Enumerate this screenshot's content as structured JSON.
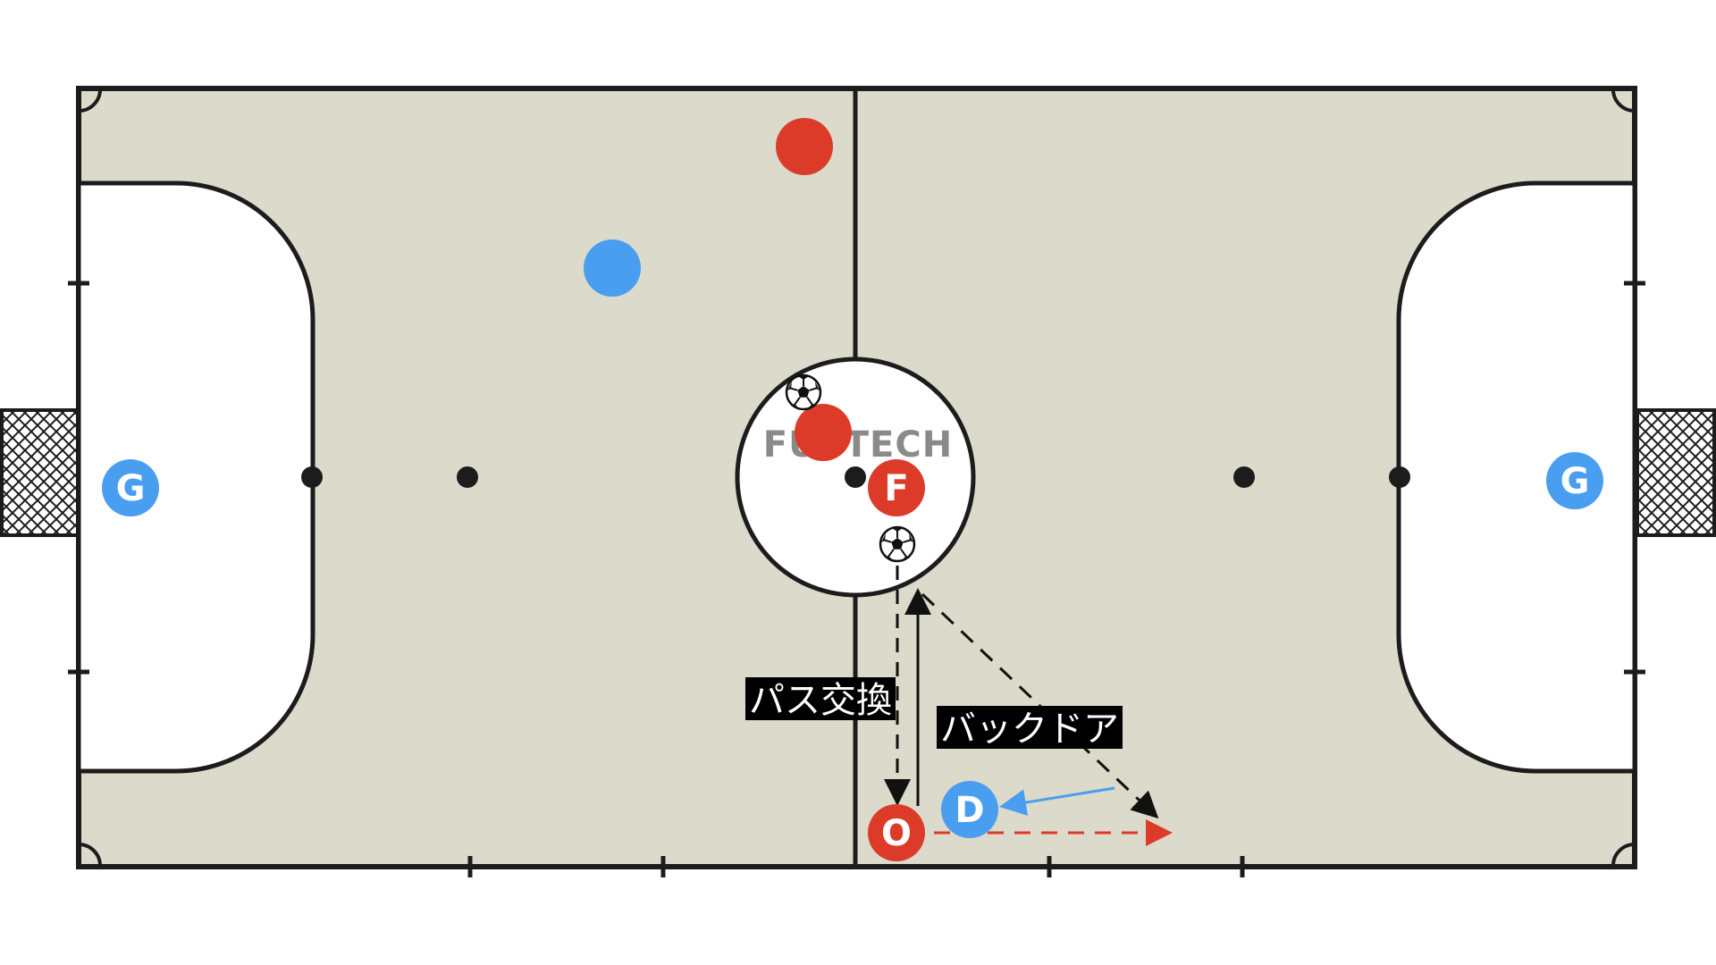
{
  "diagram": {
    "watermark": "FUTTECH",
    "colors": {
      "court": "#dcdacb",
      "line": "#1c1c1c",
      "area": "#ffffff",
      "red": "#dd3b2a",
      "blue": "#4a9ef0",
      "pass_arrow": "#111111",
      "run_red": "#dd3b2a",
      "run_blue": "#4a9ef0"
    },
    "players": [
      {
        "id": "red-top",
        "label": "",
        "team": "red"
      },
      {
        "id": "blue-top",
        "label": "",
        "team": "blue"
      },
      {
        "id": "red-center",
        "label": "",
        "team": "red"
      },
      {
        "id": "keeper-left",
        "label": "G",
        "team": "blue"
      },
      {
        "id": "keeper-right",
        "label": "G",
        "team": "blue"
      },
      {
        "id": "player-f",
        "label": "F",
        "team": "red"
      },
      {
        "id": "player-o",
        "label": "O",
        "team": "red"
      },
      {
        "id": "player-d",
        "label": "D",
        "team": "blue"
      }
    ],
    "labels": {
      "pass_exchange": "パス交換",
      "back_door": "バックドア"
    },
    "icons": [
      "soccer-ball-icon",
      "soccer-ball-icon",
      "goal-net-icon",
      "goal-net-icon"
    ]
  }
}
